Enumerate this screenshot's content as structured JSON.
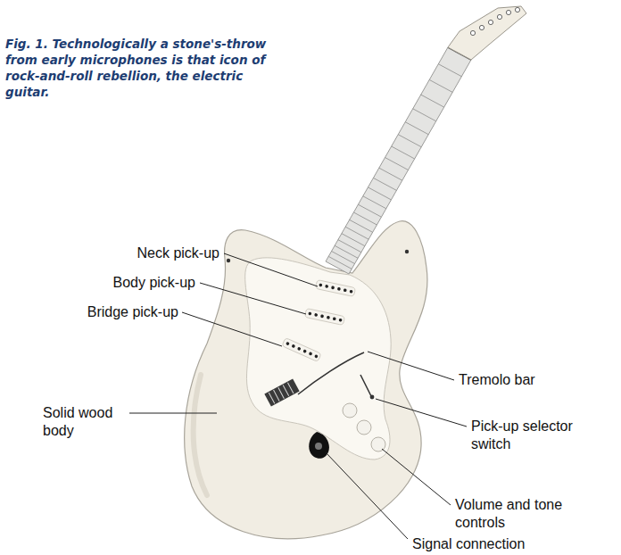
{
  "diagram": {
    "caption": "Fig. 1. Technologically a stone's-throw from early microphones is that icon of rock-and-roll rebellion, the electric guitar.",
    "labels": [
      "Neck pick-up",
      "Body pick-up",
      "Bridge pick-up",
      "Solid wood body",
      "Tremolo bar",
      "Pick-up selector switch",
      "Volume and tone controls",
      "Signal connection"
    ]
  }
}
